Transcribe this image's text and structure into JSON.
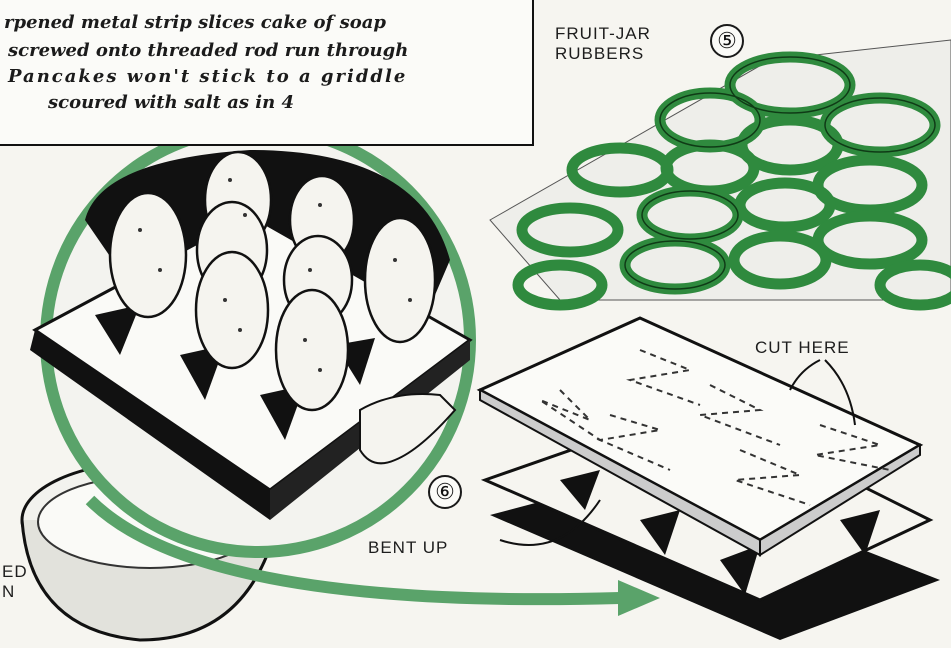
{
  "caption": {
    "line1": "rpened metal strip slices cake of soap",
    "line2": "screwed onto threaded rod run through",
    "line3": "Pancakes won't stick to a griddle",
    "line4": "scoured with salt as in 4"
  },
  "labels": {
    "fruit_jar": "FRUIT-JAR",
    "rubbers": "RUBBERS",
    "cut_here": "CUT HERE",
    "bent_up": "BENT UP",
    "partial_ed": "ED",
    "partial_n": "N"
  },
  "figure_numbers": {
    "five": "⑤",
    "six": "⑥"
  },
  "colors": {
    "rubber_green": "#2f8a3e",
    "ring_green": "#5aa36a",
    "ink": "#111111",
    "paper": "#f6f5f0"
  }
}
